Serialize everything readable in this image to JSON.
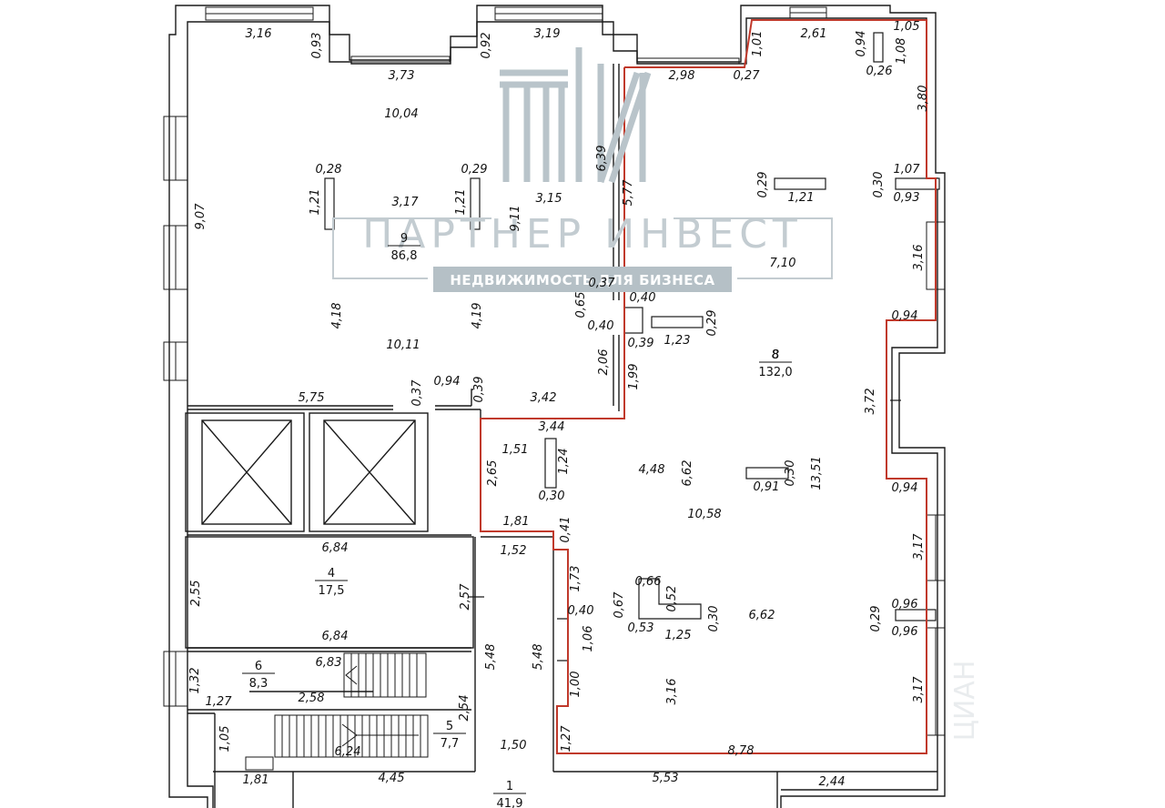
{
  "rooms": [
    {
      "number": "9",
      "area": "86,8"
    },
    {
      "number": "8",
      "area": "132,0"
    },
    {
      "number": "4",
      "area": "17,5"
    },
    {
      "number": "6",
      "area": "8,3"
    },
    {
      "number": "5",
      "area": "7,7"
    },
    {
      "number": "1",
      "area": "41,9"
    }
  ],
  "dimensions": [
    "3,16",
    "0,93",
    "3,73",
    "0,92",
    "3,19",
    "1,01",
    "2,61",
    "0,94",
    "1,05",
    "1,08",
    "0,26",
    "2,98",
    "0,27",
    "3,80",
    "10,04",
    "6,39",
    "5,77",
    "0,28",
    "1,21",
    "0,29",
    "1,21",
    "3,17",
    "9,11",
    "3,15",
    "9,07",
    "0,29",
    "1,21",
    "0,30",
    "1,07",
    "0,93",
    "7,10",
    "3,16",
    "0,37",
    "0,40",
    "0,65",
    "0,40",
    "0,39",
    "1,23",
    "0,29",
    "4,18",
    "4,19",
    "10,11",
    "2,06",
    "1,99",
    "0,94",
    "8",
    "5,75",
    "0,37",
    "0,94",
    "0,39",
    "3,42",
    "3,72",
    "3,44",
    "1,51",
    "2,65",
    "1,24",
    "0,30",
    "4,48",
    "6,62",
    "0,91",
    "0,30",
    "13,51",
    "0,94",
    "10,58",
    "1,81",
    "0,41",
    "6,84",
    "1,52",
    "3,17",
    "2,55",
    "2,57",
    "1,73",
    "0,66",
    "0,52",
    "0,67",
    "0,40",
    "0,53",
    "1,25",
    "0,30",
    "6,62",
    "0,29",
    "0,96",
    "0,96",
    "6,84",
    "1,06",
    "5,48",
    "5,48",
    "6,83",
    "1,32",
    "1,00",
    "3,16",
    "3,17",
    "1,27",
    "2,58",
    "2,54",
    "1,05",
    "1,27",
    "6,24",
    "1,50",
    "8,78",
    "1,81",
    "4,45",
    "5,53",
    "2,44"
  ],
  "watermark": {
    "logo_letters": "ПИ",
    "company": "ПАРТНЕР ИНВЕСТ",
    "tagline": "НЕДВИЖИМОСТЬ ДЛЯ БИЗНЕСА",
    "site": "ЦИАН"
  },
  "colors": {
    "walls": "#1a1a1a",
    "highlight": "#c0392b",
    "watermark": "#b9c4ca",
    "tagline_bg": "#b5c0c6"
  }
}
